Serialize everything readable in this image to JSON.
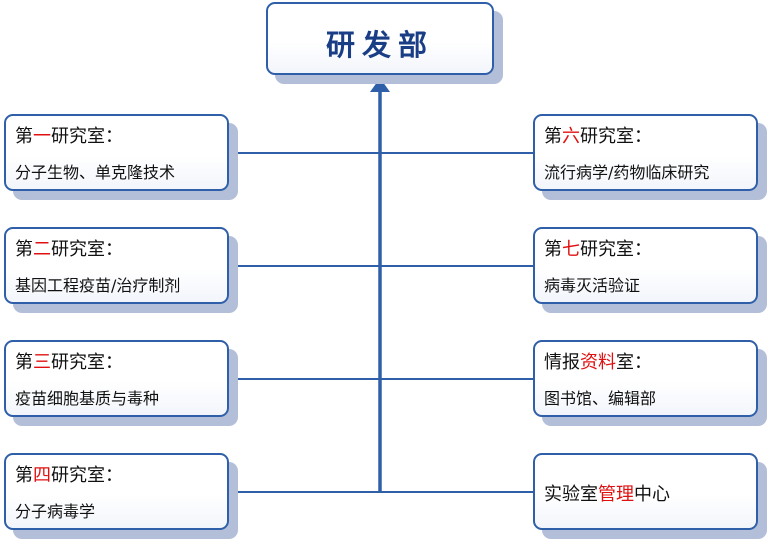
{
  "root": {
    "title": "研发部"
  },
  "left": [
    {
      "pre": "第",
      "hl": "一",
      "post": "研究室：",
      "desc": "分子生物、单克隆技术"
    },
    {
      "pre": "第",
      "hl": "二",
      "post": "研究室：",
      "desc": "基因工程疫苗/治疗制剂"
    },
    {
      "pre": "第",
      "hl": "三",
      "post": "研究室：",
      "desc": "疫苗细胞基质与毒种"
    },
    {
      "pre": "第",
      "hl": "四",
      "post": "研究室：",
      "desc": "分子病毒学"
    }
  ],
  "right": [
    {
      "pre": "第",
      "hl": "六",
      "post": "研究室：",
      "desc": "流行病学/药物临床研究"
    },
    {
      "pre": "第",
      "hl": "七",
      "post": "研究室：",
      "desc": "病毒灭活验证"
    },
    {
      "pre": "情报",
      "hl": "资料",
      "post": "室：",
      "desc": "图书馆、编辑部"
    },
    {
      "pre": "实验室",
      "hl": "管理",
      "post": "中心"
    }
  ],
  "colors": {
    "line": "#2f5fa8",
    "highlight": "#e01010",
    "title": "#1a3e86",
    "shadow": "#b3bed8"
  }
}
